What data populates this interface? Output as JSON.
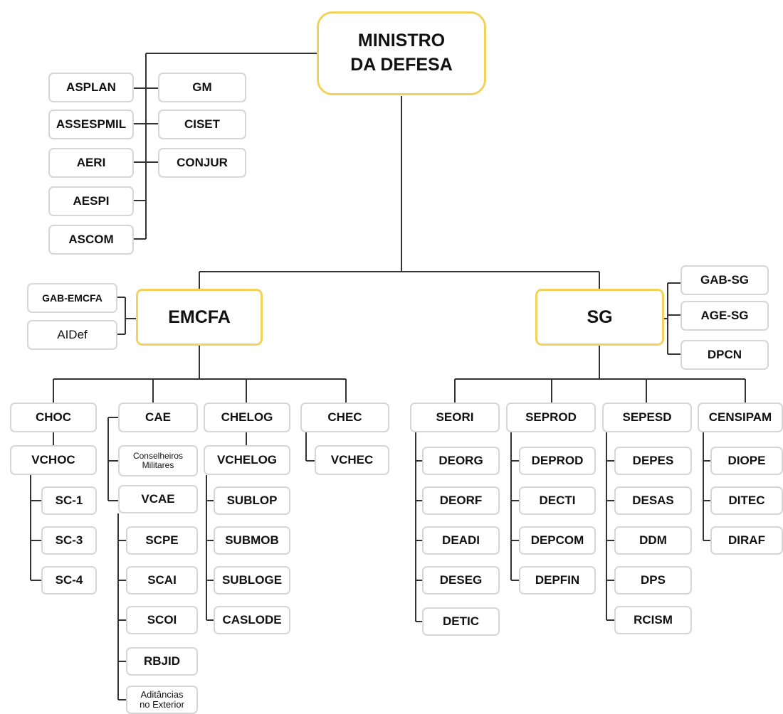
{
  "colors": {
    "flag_gray": "#c8c8c8",
    "flag_green": "#1f6b2d",
    "flag_blue": "#1b3fb5",
    "main_border": "#f3d25c",
    "box_border": "#d6d6d6",
    "line": "#333333"
  },
  "root": {
    "line1": "MINISTRO",
    "line2": "DA DEFESA"
  },
  "left_column": [
    "ASPLAN",
    "ASSESPMIL",
    "AERI",
    "AESPI",
    "ASCOM"
  ],
  "right_column": [
    "GM",
    "CISET",
    "CONJUR"
  ],
  "emcfa": {
    "label": "EMCFA",
    "side": [
      "GAB-EMCFA",
      "AIDef"
    ],
    "choc": {
      "label": "CHOC",
      "vice": "VCHOC",
      "children": [
        "SC-1",
        "SC-3",
        "SC-4"
      ]
    },
    "cae": {
      "label": "CAE",
      "councils_line1": "Conselheiros",
      "councils_line2": "Militares",
      "vice": "VCAE",
      "children": [
        "SCPE",
        "SCAI",
        "SCOI",
        "RBJID"
      ],
      "last_line1": "Aditâncias",
      "last_line2": "no Exterior"
    },
    "chelog": {
      "label": "CHELOG",
      "vice": "VCHELOG",
      "children": [
        "SUBLOP",
        "SUBMOB",
        "SUBLOGE",
        "CASLODE"
      ]
    },
    "chec": {
      "label": "CHEC",
      "vice": "VCHEC"
    }
  },
  "sg": {
    "label": "SG",
    "side": [
      "GAB-SG",
      "AGE-SG",
      "DPCN"
    ],
    "seori": {
      "label": "SEORI",
      "children": [
        "DEORG",
        "DEORF",
        "DEADI",
        "DESEG",
        "DETIC"
      ]
    },
    "seprod": {
      "label": "SEPROD",
      "children": [
        "DEPROD",
        "DECTI",
        "DEPCOM",
        "DEPFIN"
      ]
    },
    "sepesd": {
      "label": "SEPESD",
      "children": [
        "DEPES",
        "DESAS",
        "DDM",
        "DPS",
        "RCISM"
      ]
    },
    "censipam": {
      "label": "CENSIPAM",
      "children": [
        "DIOPE",
        "DITEC",
        "DIRAF"
      ]
    }
  }
}
